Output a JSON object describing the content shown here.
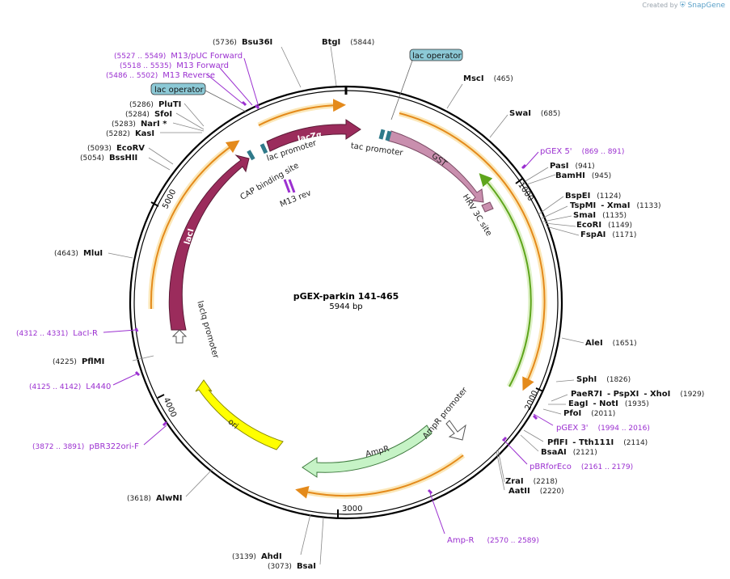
{
  "credit": {
    "prefix": "Created by",
    "brand": "SnapGene"
  },
  "plasmid": {
    "name": "pGEX-parkin 141-465",
    "length": "5944 bp"
  },
  "ticks": [
    "1000",
    "2000",
    "3000",
    "4000",
    "5000"
  ],
  "enzymes": [
    {
      "name": "BtgI",
      "pos": "(5844)"
    },
    {
      "name": "Bsu36I",
      "pos": "(5736)"
    },
    {
      "name": "MscI",
      "pos": "(465)"
    },
    {
      "name": "SwaI",
      "pos": "(685)"
    },
    {
      "name": "PasI",
      "pos": "(941)"
    },
    {
      "name": "BamHI",
      "pos": "(945)"
    },
    {
      "name": "BspEI",
      "pos": "(1124)"
    },
    {
      "name": "TspMI",
      "pos": "(1133)"
    },
    {
      "name": "XmaI",
      "pos": "(1133)"
    },
    {
      "name": "SmaI",
      "pos": "(1135)"
    },
    {
      "name": "EcoRI",
      "pos": "(1149)"
    },
    {
      "name": "FspAI",
      "pos": "(1171)"
    },
    {
      "name": "AleI",
      "pos": "(1651)"
    },
    {
      "name": "SphI",
      "pos": "(1826)"
    },
    {
      "name": "PaeR7I",
      "pos": "(1929)"
    },
    {
      "name": "PspXI",
      "pos": "(1929)"
    },
    {
      "name": "XhoI",
      "pos": "(1929)"
    },
    {
      "name": "EagI",
      "pos": "(1935)"
    },
    {
      "name": "NotI",
      "pos": "(1935)"
    },
    {
      "name": "PfoI",
      "pos": "(2011)"
    },
    {
      "name": "PflFI",
      "pos": "(2114)"
    },
    {
      "name": "Tth111I",
      "pos": "(2114)"
    },
    {
      "name": "BsaAI",
      "pos": "(2121)"
    },
    {
      "name": "ZraI",
      "pos": "(2218)"
    },
    {
      "name": "AatII",
      "pos": "(2220)"
    },
    {
      "name": "AhdI",
      "pos": "(3139)"
    },
    {
      "name": "BsaI",
      "pos": "(3073)"
    },
    {
      "name": "AlwNI",
      "pos": "(3618)"
    },
    {
      "name": "PflMI",
      "pos": "(4225)"
    },
    {
      "name": "MluI",
      "pos": "(4643)"
    },
    {
      "name": "EcoRV",
      "pos": "(5093)"
    },
    {
      "name": "BssHII",
      "pos": "(5054)"
    },
    {
      "name": "PluTI",
      "pos": "(5286)"
    },
    {
      "name": "SfoI",
      "pos": "(5284)"
    },
    {
      "name": "NarI *",
      "pos": "(5283)"
    },
    {
      "name": "KasI",
      "pos": "(5282)"
    }
  ],
  "primers": [
    {
      "name": "M13/pUC Forward",
      "range": "(5527 .. 5549)"
    },
    {
      "name": "M13 Forward",
      "range": "(5518 .. 5535)"
    },
    {
      "name": "M13 Reverse",
      "range": "(5486 .. 5502)"
    },
    {
      "name": "pGEX 5'",
      "range": "(869 .. 891)"
    },
    {
      "name": "pGEX 3'",
      "range": "(1994 .. 2016)"
    },
    {
      "name": "pBRforEco",
      "range": "(2161 .. 2179)"
    },
    {
      "name": "Amp-R",
      "range": "(2570 .. 2589)"
    },
    {
      "name": "pBR322ori-F",
      "range": "(3872 .. 3891)"
    },
    {
      "name": "L4440",
      "range": "(4125 .. 4142)"
    },
    {
      "name": "LacI-R",
      "range": "(4312 .. 4331)"
    }
  ],
  "features": {
    "lac_operator": "lac operator",
    "lacZa": "lacZα",
    "tac_promoter": "tac promoter",
    "lac_promoter": "lac promoter",
    "cap_site": "CAP binding site",
    "m13_rev": "M13 rev",
    "gst": "GST",
    "hrv": "HRV 3C site",
    "laci": "lacI",
    "lacIq_promoter": "lacIq promoter",
    "ori": "ori",
    "ampr": "AmpR",
    "ampr_promoter": "AmpR promoter"
  },
  "colors": {
    "lacI": "#9b2c5c",
    "lacZa": "#9b2c5c",
    "gst": "#c98fae",
    "ori": "#ffff00",
    "ampr": "#c6f3c6",
    "primer": "#9b30d0",
    "operator": "#8cc9d6",
    "orf_orange": "#e48a1b",
    "orf_green": "#5ea51c"
  }
}
